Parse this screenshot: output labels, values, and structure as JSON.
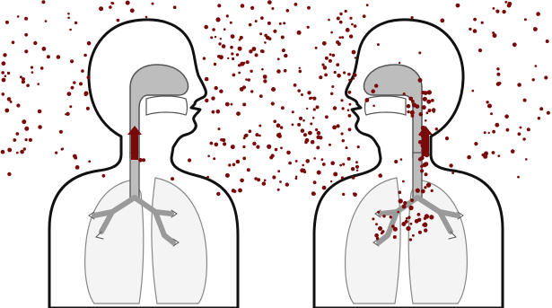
{
  "figure": {
    "background_color": "#ffffff",
    "outline_color": "#111111",
    "airway_fill": "#bdbdbd",
    "airway_stroke": "#555555",
    "particle_color": "#7a0a0a",
    "people": [
      {
        "id": "left",
        "facing": "right",
        "particle_density": "outside"
      },
      {
        "id": "right",
        "facing": "left",
        "particle_density": "inside-and-outside"
      }
    ]
  }
}
